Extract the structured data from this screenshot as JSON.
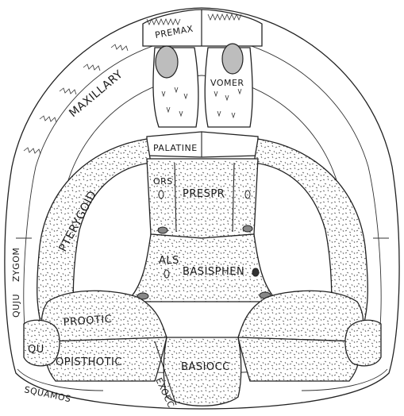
{
  "labels": {
    "premax": "PREMAX",
    "maxillary": "MAXILLARY",
    "vomer": "VOMER",
    "palatine": "PALATINE",
    "pterygoid": "PTERYGOID",
    "ors": "ORS",
    "prespr": "PRESPR",
    "als": "ALS",
    "basisphen": "BASISPHEN",
    "prootic": "PROOTIC",
    "opisthotic": "OPISTHOTIC",
    "basiocc": "BASIOCC",
    "exocc": "EXOCC",
    "qu": "QU",
    "quju": "QUJU",
    "zygom": "ZYGOM",
    "squamos": "SQUAMOS"
  }
}
